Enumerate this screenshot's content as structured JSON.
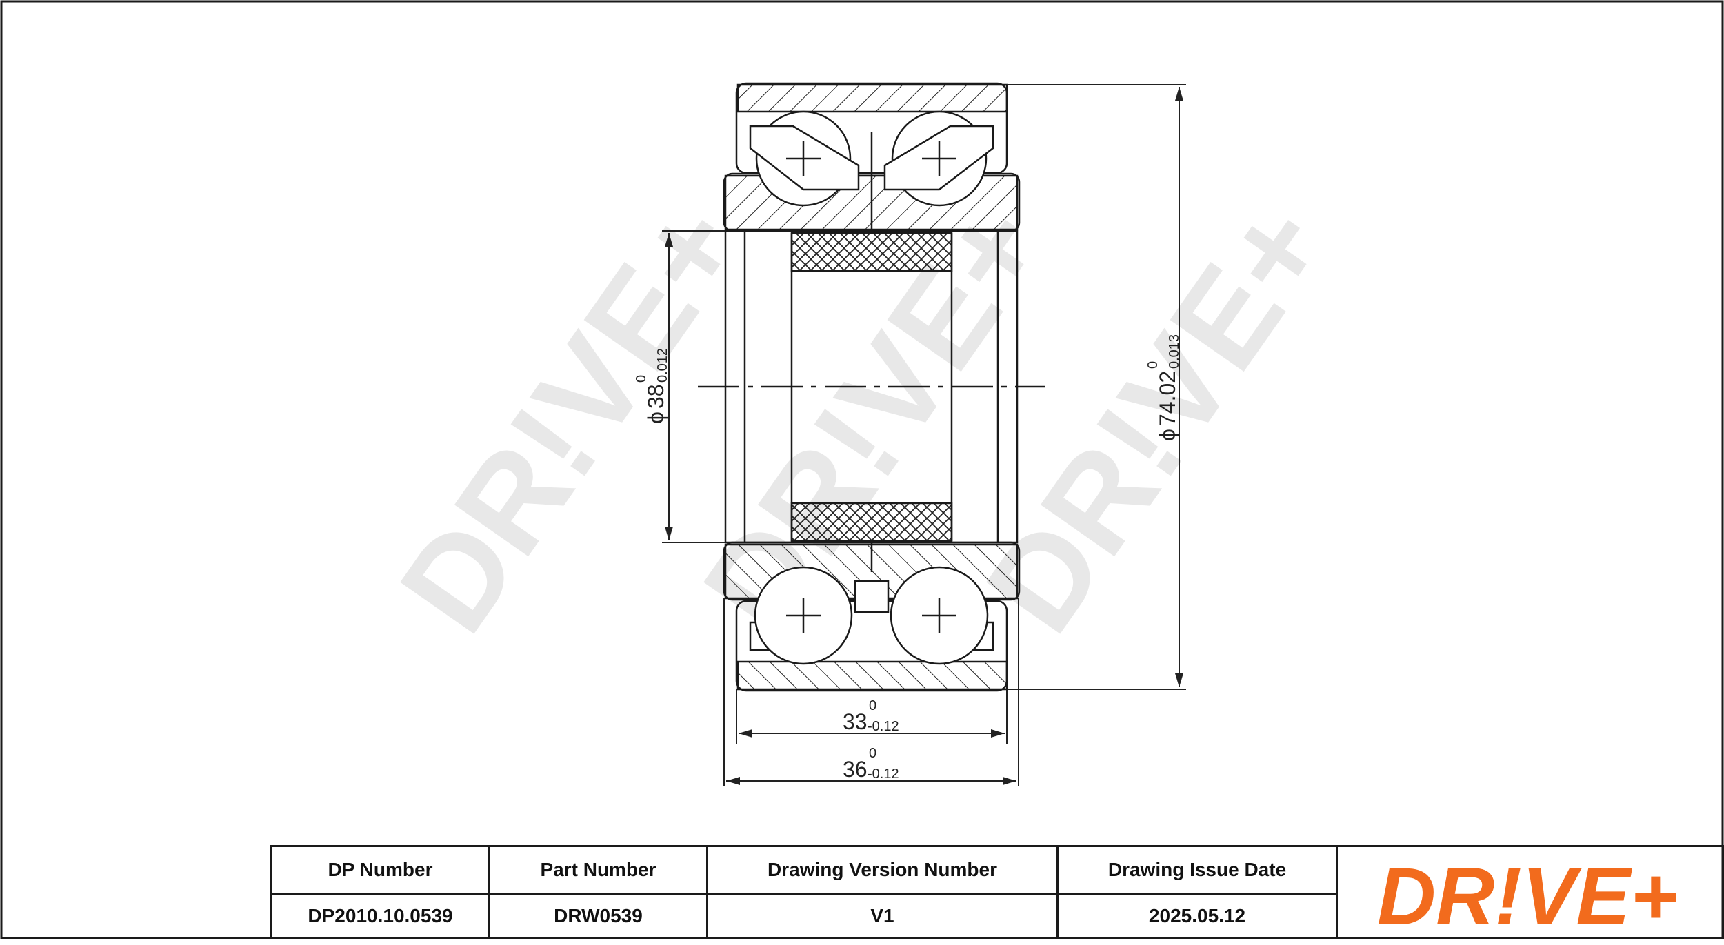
{
  "drawing": {
    "dim_bore": {
      "value": "38",
      "upper": "0",
      "lower": "0.012",
      "symbol": "ϕ"
    },
    "dim_outer": {
      "value": "74.02",
      "upper": "0",
      "lower": "0.013",
      "symbol": "ϕ"
    },
    "dim_inner_width": {
      "value": "33",
      "upper": "0",
      "lower": "-0.12"
    },
    "dim_outer_width": {
      "value": "36",
      "upper": "0",
      "lower": "-0.12"
    }
  },
  "watermark": {
    "text": "DR!VE+",
    "color": "#e6e6e6"
  },
  "title_block": {
    "headers": [
      "DP Number",
      "Part Number",
      "Drawing Version Number",
      "Drawing Issue Date"
    ],
    "values": [
      "DP2010.10.0539",
      "DRW0539",
      "V1",
      "2025.05.12"
    ]
  },
  "brand": {
    "logo_text": "DR!VE+",
    "color": "#f26b1d"
  }
}
